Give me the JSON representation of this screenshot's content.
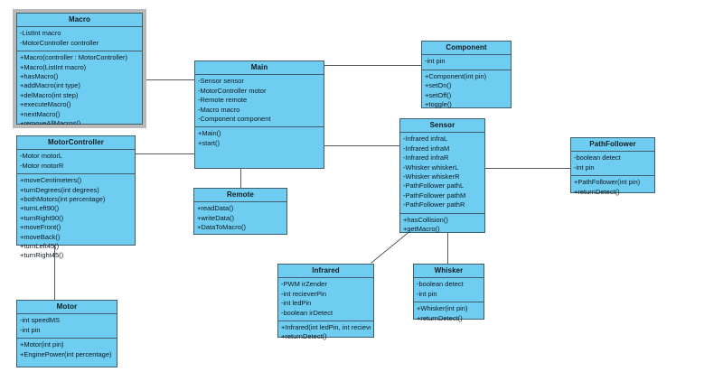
{
  "diagram": {
    "type": "uml-class-diagram",
    "colors": {
      "class_fill": "#6ecdf0",
      "class_border": "#3f5d6b",
      "line": "#555a5e",
      "selection_halo": "#b9b9b9",
      "background": "#ffffff"
    }
  },
  "classes": [
    {
      "id": "macro",
      "name": "Macro",
      "selected": true,
      "attributes": [
        "-ListInt macro",
        "-MotorController controller"
      ],
      "operations": [
        "+Macro(controller : MotorController)",
        "+Macro(ListInt macro)",
        "+hasMacro()",
        "+addMacro(int type)",
        "+delMacro(int step)",
        "+executeMacro()",
        "+nextMacro()",
        "+removeAllMacros()"
      ]
    },
    {
      "id": "motorcontroller",
      "name": "MotorController",
      "selected": false,
      "attributes": [
        "-Motor motorL",
        "-Motor motorR"
      ],
      "operations": [
        "+moveCentimeters()",
        "+turnDegrees(int degrees)",
        "+bothMotors(int percentage)",
        "+turnLeft90()",
        "+turnRight90()",
        "+moveFront()",
        "+moveBack()",
        "+turnLeft45()",
        "+turnRight45()"
      ]
    },
    {
      "id": "motor",
      "name": "Motor",
      "selected": false,
      "attributes": [
        "-int speedMS",
        "-int pin"
      ],
      "operations": [
        "+Motor(int pin)",
        "+EnginePower(int percentage)"
      ]
    },
    {
      "id": "main",
      "name": "Main",
      "selected": false,
      "attributes": [
        "-Sensor sensor",
        "-MotorController motor",
        "-Remote remote",
        "-Macro macro",
        "-Component component"
      ],
      "operations": [
        "+Main()",
        "+start()"
      ]
    },
    {
      "id": "remote",
      "name": "Remote",
      "selected": false,
      "attributes": [],
      "operations": [
        "+readData()",
        "+writeData()",
        "+DataToMacro()"
      ]
    },
    {
      "id": "component",
      "name": "Component",
      "selected": false,
      "attributes": [
        "-int pin"
      ],
      "operations": [
        "+Component(int pin)",
        "+setOn()",
        "+setOff()",
        "+toggle()"
      ]
    },
    {
      "id": "sensor",
      "name": "Sensor",
      "selected": false,
      "attributes": [
        "-Infrared infraL",
        "-Infrared infraM",
        "-Infrared infraR",
        "-Whisker whiskerL",
        "-Whisker whiskerR",
        "-PathFollower pathL",
        "-PathFollower pathM",
        "-PathFollower pathR"
      ],
      "operations": [
        "+hasCollision()",
        "+getMacro()"
      ]
    },
    {
      "id": "pathfollower",
      "name": "PathFollower",
      "selected": false,
      "attributes": [
        "-boolean detect",
        "-int pin"
      ],
      "operations": [
        "+PathFollower(int pin)",
        "+returnDetect()"
      ]
    },
    {
      "id": "infrared",
      "name": "Infrared",
      "selected": false,
      "attributes": [
        "-PWM irZender",
        "-int recieverPin",
        "-int ledPin",
        "-boolean irDetect"
      ],
      "operations": [
        "+Infrared(int ledPin, int recieverPin)",
        "+returnDetect()"
      ]
    },
    {
      "id": "whisker",
      "name": "Whisker",
      "selected": false,
      "attributes": [
        "-boolean detect",
        "-int pin"
      ],
      "operations": [
        "+Whisker(int pin)",
        "+returnDetect()"
      ]
    }
  ],
  "associations": [
    {
      "from": "macro",
      "to": "main"
    },
    {
      "from": "motorcontroller",
      "to": "main"
    },
    {
      "from": "motorcontroller",
      "to": "motor"
    },
    {
      "from": "main",
      "to": "remote"
    },
    {
      "from": "main",
      "to": "component"
    },
    {
      "from": "main",
      "to": "sensor"
    },
    {
      "from": "sensor",
      "to": "pathfollower"
    },
    {
      "from": "sensor",
      "to": "whisker"
    },
    {
      "from": "sensor",
      "to": "infrared"
    }
  ]
}
